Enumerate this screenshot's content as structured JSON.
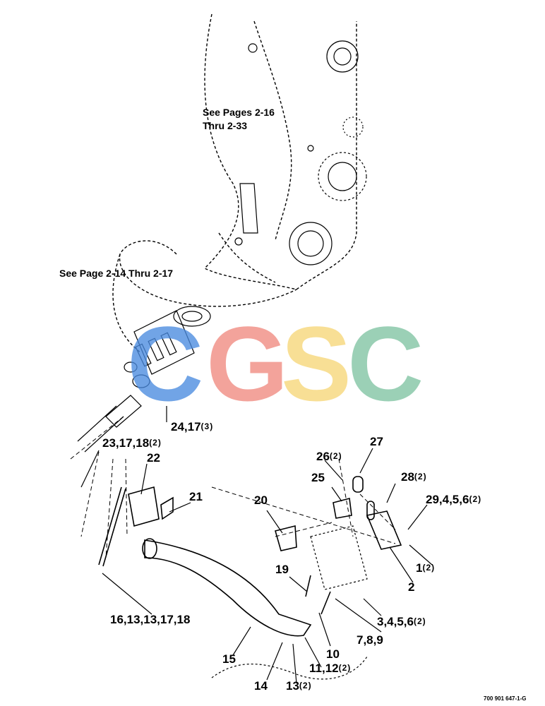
{
  "notes": {
    "upper": [
      "See Pages 2-16",
      "Thru 2-33"
    ],
    "left": "See Page 2-14 Thru 2-17"
  },
  "watermark": {
    "letters": [
      {
        "char": "C",
        "color": "#4a8be0"
      },
      {
        "char": "G",
        "color": "#f08a80"
      },
      {
        "char": "S",
        "color": "#f7d778"
      },
      {
        "char": "C",
        "color": "#7fc4a2"
      }
    ]
  },
  "callouts": {
    "c24": {
      "text": "24,17",
      "qty": "(3)"
    },
    "c23": {
      "text": "23,17,18",
      "qty": "(2)"
    },
    "c22": {
      "text": "22",
      "qty": ""
    },
    "c21": {
      "text": "21",
      "qty": ""
    },
    "c20": {
      "text": "20",
      "qty": ""
    },
    "c26": {
      "text": "26",
      "qty": "(2)"
    },
    "c27": {
      "text": "27",
      "qty": ""
    },
    "c25": {
      "text": "25",
      "qty": ""
    },
    "c28": {
      "text": "28",
      "qty": "(2)"
    },
    "c29": {
      "text": "29,4,5,6",
      "qty": "(2)"
    },
    "c1": {
      "text": "1",
      "qty": "(2)"
    },
    "c2": {
      "text": "2",
      "qty": ""
    },
    "c19": {
      "text": "19",
      "qty": ""
    },
    "c3": {
      "text": "3,4,5,6",
      "qty": "(2)"
    },
    "c16": {
      "text": "16,13,13,17,18",
      "qty": ""
    },
    "c7": {
      "text": "7,8,9",
      "qty": ""
    },
    "c10": {
      "text": "10",
      "qty": ""
    },
    "c15": {
      "text": "15",
      "qty": ""
    },
    "c11": {
      "text": "11,12",
      "qty": "(2)"
    },
    "c14": {
      "text": "14",
      "qty": ""
    },
    "c13": {
      "text": "13",
      "qty": "(2)"
    }
  },
  "figure_code": "700 901 647-1-G"
}
